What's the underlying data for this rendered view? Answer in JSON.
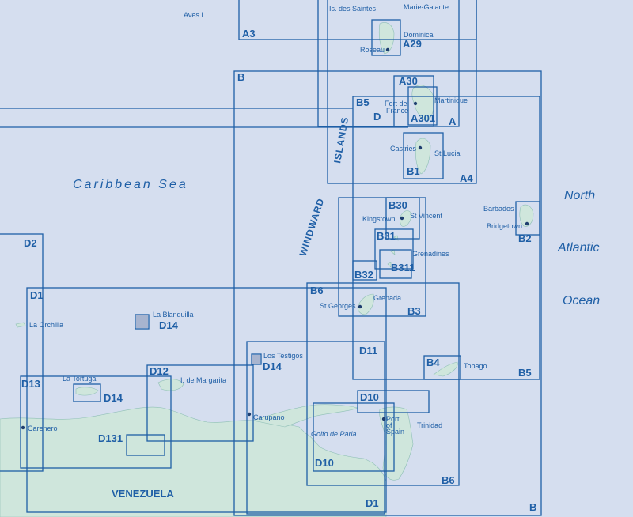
{
  "chart_codes": {
    "A3": "A3",
    "A29": "A29",
    "A30": "A30",
    "A301": "A301",
    "A": "A",
    "A4": "A4",
    "B": "B",
    "B_corner": "B",
    "B1": "B1",
    "B2": "B2",
    "B3": "B3",
    "B4": "B4",
    "B5": "B5",
    "B5_corner": "B5",
    "B6": "B6",
    "B6_corner": "B6",
    "B30": "B30",
    "B31": "B31",
    "B32": "B32",
    "B311": "B311",
    "D": "D",
    "D1": "D1",
    "D1_corner": "D1",
    "D2": "D2",
    "D10": "D10",
    "D10_lower": "D10",
    "D11": "D11",
    "D12": "D12",
    "D13": "D13",
    "D131": "D131",
    "D14_blanquilla": "D14",
    "D14_testigos": "D14",
    "D14_tortuga": "D14"
  },
  "places": {
    "aves": "Aves I.",
    "saintes": "Is. des Saintes",
    "marie_galante": "Marie-Galante",
    "dominica": "Dominica",
    "roseau": "Roseau",
    "martinique": "Martinique",
    "fort_de": "Fort de",
    "france": "France",
    "castries": "Castries",
    "st_lucia": "St Lucia",
    "barbados": "Barbados",
    "bridgetown": "Bridgetown",
    "kingstown": "Kingstown",
    "st_vincent": "St Vincent",
    "grenadines": "Grenadines",
    "st_georges": "St Georges",
    "grenada": "Grenada",
    "tobago": "Tobago",
    "trinidad": "Trinidad",
    "port": "Port",
    "of": "of",
    "spain": "Spain",
    "la_blanquilla": "La Blanquilla",
    "la_orchilla": "La Orchilla",
    "los_testigos": "Los Testigos",
    "la_tortuga": "La Tortuga",
    "margarita": "I. de Margarita",
    "carupano": "Carupano",
    "carenero": "Carenero"
  },
  "regions": {
    "caribbean_sea": "Caribbean Sea",
    "north": "North",
    "atlantic": "Atlantic",
    "ocean": "Ocean",
    "windward": "WINDWARD",
    "islands": "ISLANDS",
    "gulf_of_paria": "Golfo de Paria",
    "venezuela": "VENEZUELA"
  }
}
